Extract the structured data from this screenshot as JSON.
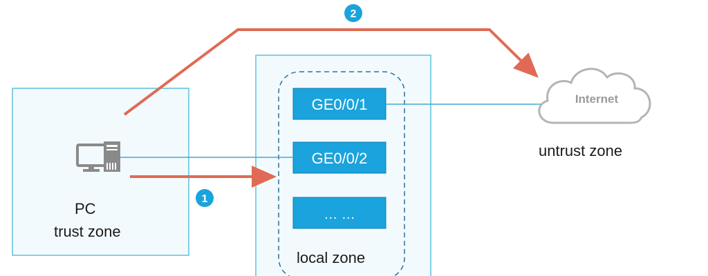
{
  "colors": {
    "zone_border": "#5bc0de",
    "zone_fill": "#f3fafd",
    "port_fill": "#1aa3dc",
    "port_border": "#0f7fb0",
    "flow_arrow": "#e06a55",
    "badge": "#1aa3dc",
    "cloud_stroke": "#b4b4b4",
    "pc_gray": "#8a8a8a"
  },
  "trust_zone": {
    "device_label": "PC",
    "zone_label": "trust zone"
  },
  "local_zone": {
    "zone_label": "local zone",
    "ports": [
      "GE0/0/1",
      "GE0/0/2",
      "… …"
    ]
  },
  "untrust_zone": {
    "cloud_label": "Internet",
    "zone_label": "untrust zone"
  },
  "flows": [
    {
      "badge": "1"
    },
    {
      "badge": "2"
    }
  ]
}
